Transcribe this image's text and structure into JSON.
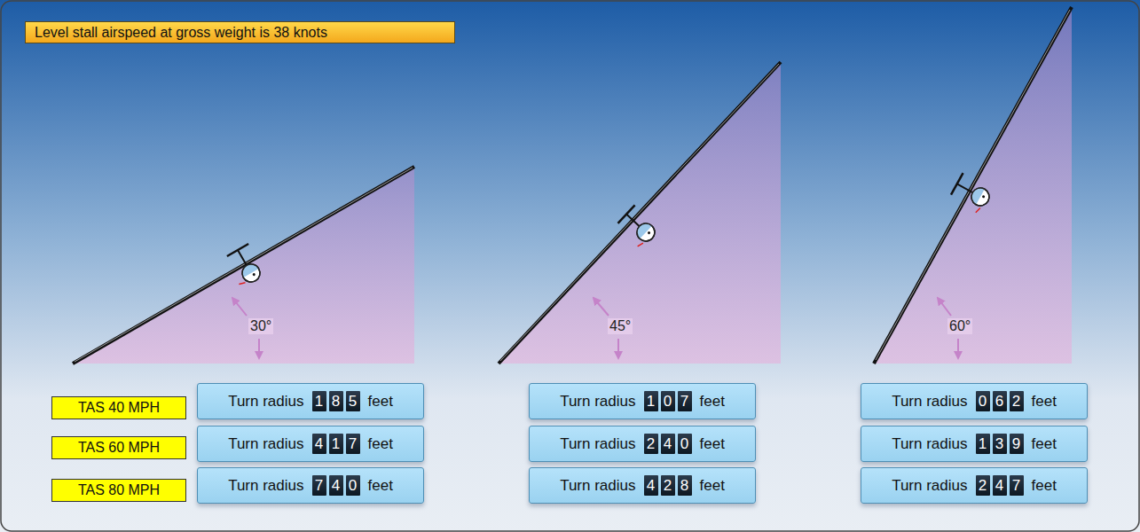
{
  "diagram": {
    "nodes": [
      {
        "text": [
          "Level stall airspeed at gross weight is 38 knots"
        ]
      },
      {
        "text": [
          "TAS 40 MPH"
        ]
      },
      {
        "text": [
          "Turn radius",
          "feet"
        ]
      },
      {
        "text": [
          "1"
        ],
        "in": 2
      },
      {
        "text": [
          "8"
        ],
        "in": 2
      },
      {
        "text": [
          "5"
        ],
        "in": 2
      },
      {
        "text": [
          "Turn radius",
          "feet"
        ]
      },
      {
        "text": [
          "1"
        ],
        "in": 6
      },
      {
        "text": [
          "0"
        ],
        "in": 6
      },
      {
        "text": [
          "7"
        ],
        "in": 6
      },
      {
        "text": [
          "Turn radius",
          "feet"
        ]
      },
      {
        "text": [
          "0"
        ],
        "in": 10
      },
      {
        "text": [
          "6"
        ],
        "in": 10
      },
      {
        "text": [
          "2"
        ],
        "in": 10
      },
      {
        "text": [
          "TAS 60 MPH"
        ]
      },
      {
        "text": [
          "Turn radius",
          "feet"
        ]
      },
      {
        "text": [
          "4"
        ],
        "in": 15
      },
      {
        "text": [
          "1"
        ],
        "in": 15
      },
      {
        "text": [
          "7"
        ],
        "in": 15
      },
      {
        "text": [
          "Turn radius",
          "feet"
        ]
      },
      {
        "text": [
          "2"
        ],
        "in": 19
      },
      {
        "text": [
          "4"
        ],
        "in": 19
      },
      {
        "text": [
          "0"
        ],
        "in": 19
      },
      {
        "text": [
          "Turn radius",
          "feet"
        ]
      },
      {
        "text": [
          "1"
        ],
        "in": 23
      },
      {
        "text": [
          "3"
        ],
        "in": 23
      },
      {
        "text": [
          "9"
        ],
        "in": 23
      },
      {
        "text": [
          "TAS 80 MPH"
        ]
      },
      {
        "text": [
          "Turn radius",
          "feet"
        ]
      },
      {
        "text": [
          "7"
        ],
        "in": 28
      },
      {
        "text": [
          "4"
        ],
        "in": 28
      },
      {
        "text": [
          "0"
        ],
        "in": 28
      },
      {
        "text": [
          "Turn radius",
          "feet"
        ]
      },
      {
        "text": [
          "4"
        ],
        "in": 32
      },
      {
        "text": [
          "2"
        ],
        "in": 32
      },
      {
        "text": [
          "8"
        ],
        "in": 32
      },
      {
        "text": [
          "Turn radius",
          "feet"
        ]
      },
      {
        "text": [
          "2"
        ],
        "in": 36
      },
      {
        "text": [
          "4"
        ],
        "in": 36
      },
      {
        "text": [
          "7"
        ],
        "in": 36
      }
    ],
    "labels": [
      "30°",
      "45°",
      "60°"
    ]
  }
}
